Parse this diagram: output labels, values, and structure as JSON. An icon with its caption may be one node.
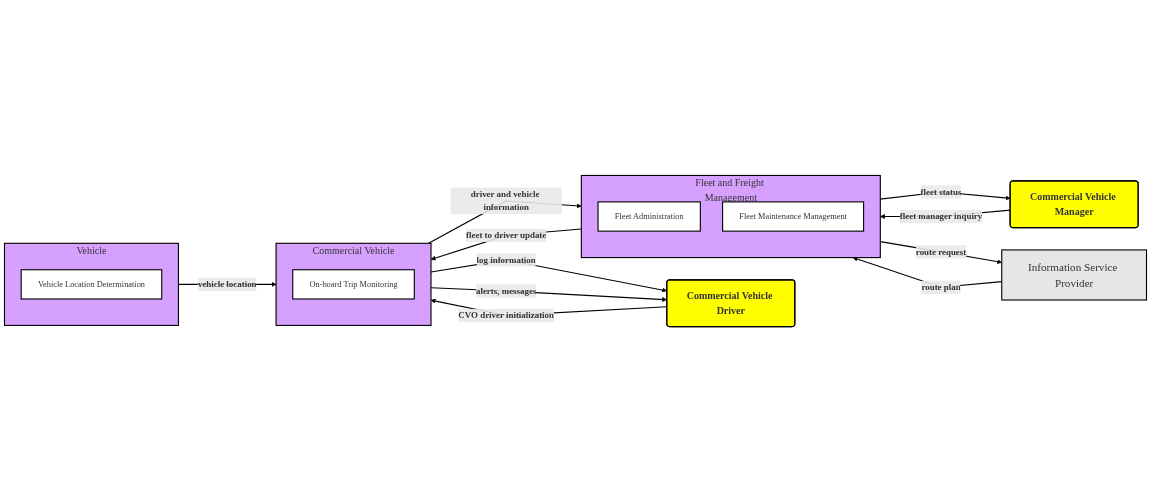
{
  "diagram": {
    "nodes": [
      {
        "text": [
          "Commercial Vehicle Manager"
        ]
      },
      {
        "text": [
          "Vehicle"
        ]
      },
      {
        "text": [
          "Vehicle Location Determination"
        ],
        "in": 1
      },
      {
        "text": [
          "Information Service Provider"
        ]
      },
      {
        "text": [
          "Fleet and Freight Management"
        ]
      },
      {
        "text": [
          "Fleet Administration"
        ],
        "in": 4
      },
      {
        "text": [
          "Fleet Maintenance Management"
        ],
        "in": 4
      },
      {
        "text": [
          "Commercial Vehicle"
        ]
      },
      {
        "text": [
          "On-board Trip Monitoring"
        ],
        "in": 7
      },
      {
        "text": [
          "Commercial Vehicle Driver"
        ]
      }
    ],
    "edges": [
      {
        "from": 4,
        "to": 0,
        "arrow": "to",
        "label": "fleet status"
      },
      {
        "from": 0,
        "to": 4,
        "arrow": "to",
        "label": "fleet manager inquiry"
      },
      {
        "from": 3,
        "to": 4,
        "arrow": "to",
        "label": "route plan"
      },
      {
        "from": 4,
        "to": 3,
        "arrow": "to",
        "label": "route request"
      },
      {
        "from": 1,
        "to": 7,
        "arrow": "to",
        "label": "vehicle location"
      },
      {
        "from": 4,
        "to": 7,
        "arrow": "to",
        "label": "fleet to driver update"
      },
      {
        "from": 7,
        "to": 4,
        "arrow": "to",
        "label": "driver and vehicle information"
      },
      {
        "from": 9,
        "to": 7,
        "arrow": "to",
        "label": "CVO driver initialization"
      },
      {
        "from": 7,
        "to": 9,
        "arrow": "to",
        "label": "log information"
      },
      {
        "from": 7,
        "to": 9,
        "arrow": "to",
        "label": "alerts, messages"
      }
    ]
  }
}
